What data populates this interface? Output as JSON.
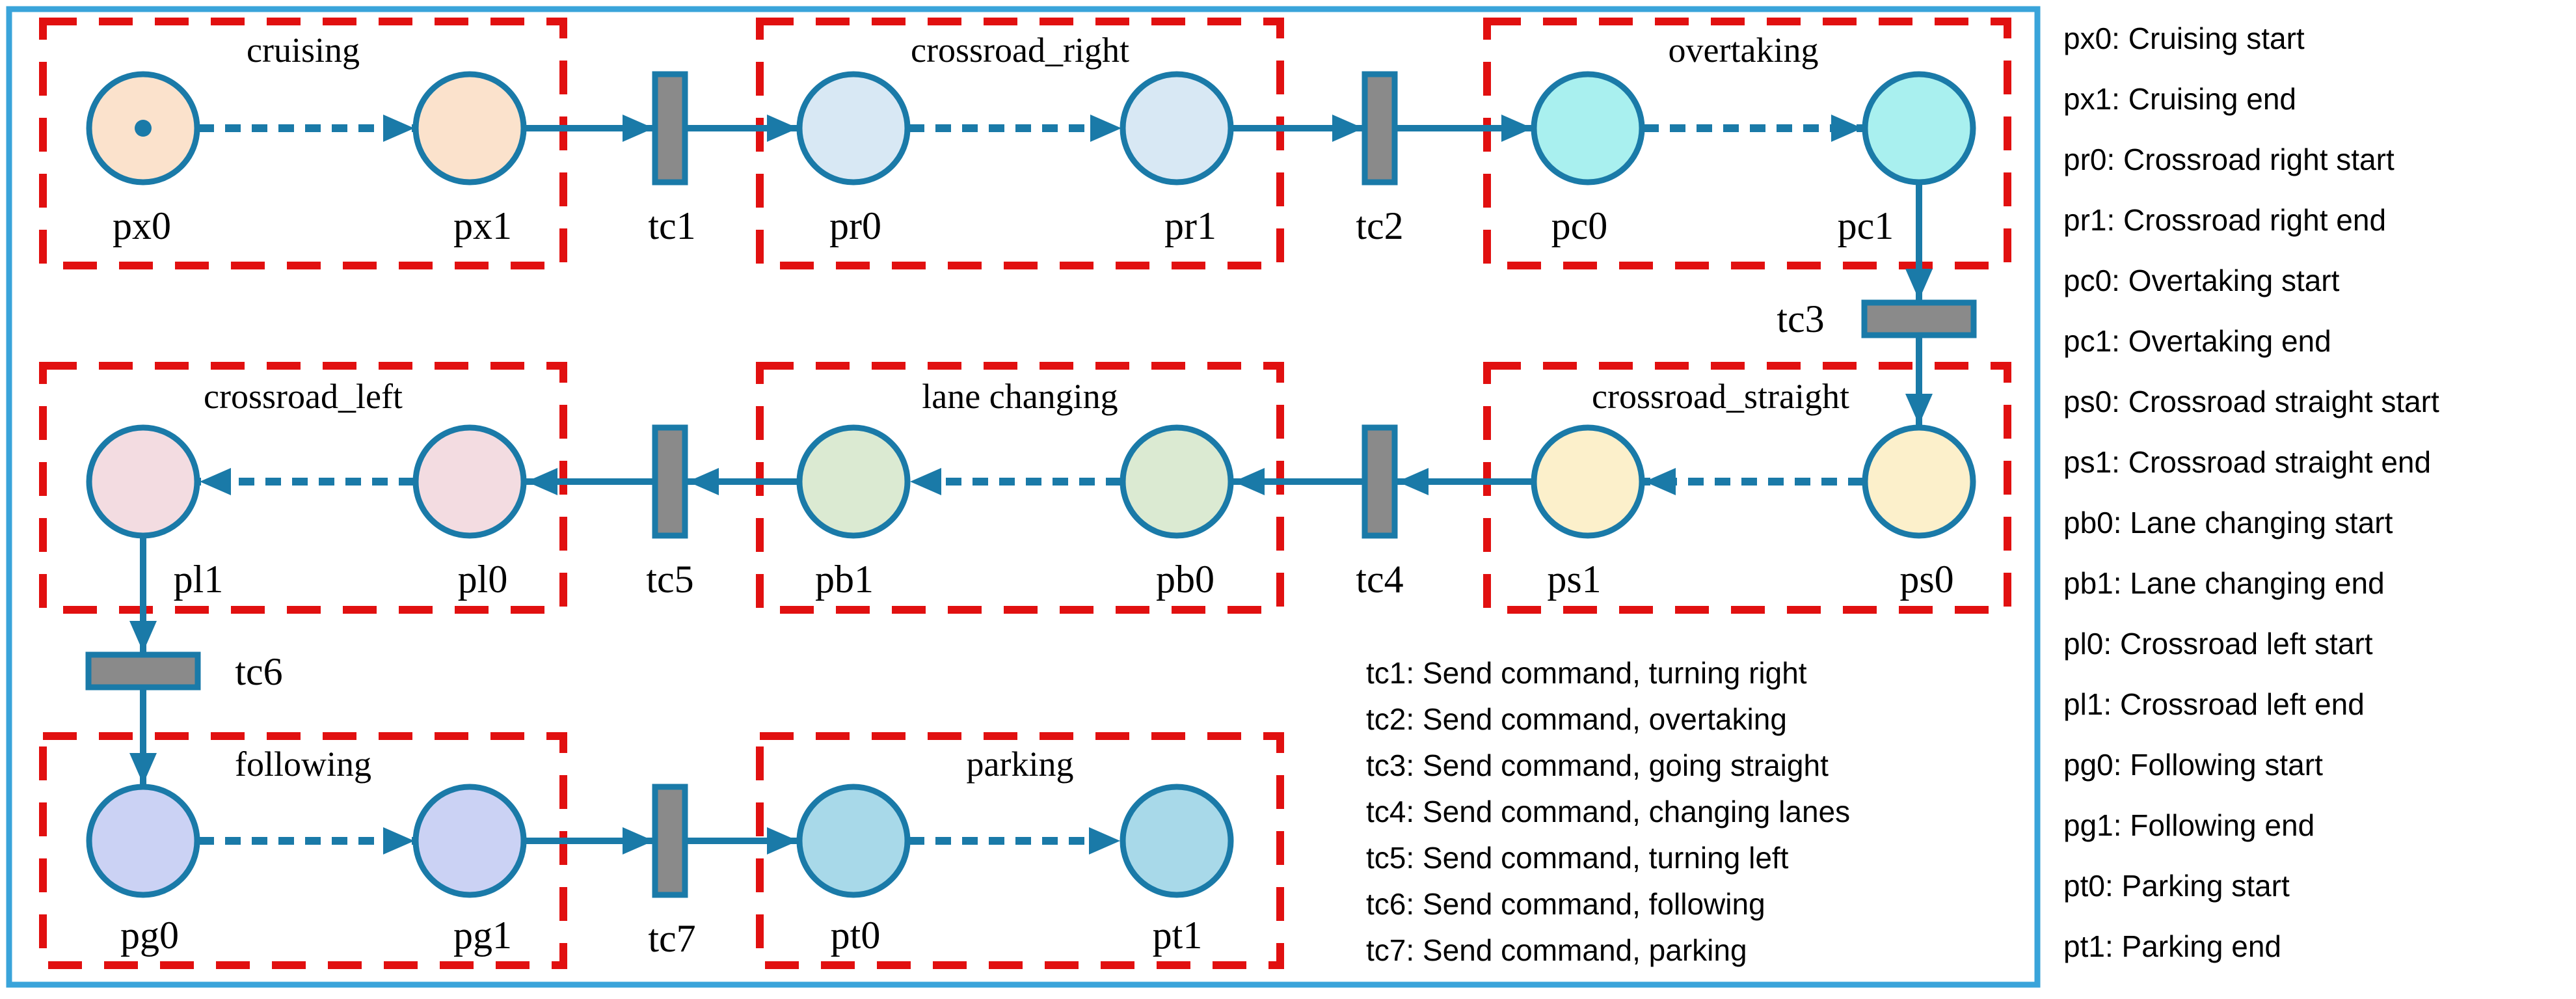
{
  "figure": {
    "type": "petri-net",
    "subject": "autonomous driving behavior modes"
  },
  "colors": {
    "teal": "#1a7aa8",
    "red": "#e11010",
    "gray": "#8a8a8a",
    "border_blue": "#3aa4da",
    "place_px": "#fbe2cc",
    "place_pr": "#d8e8f4",
    "place_pc": "#a9f0ef",
    "place_ps": "#fcf0cb",
    "place_pb": "#dbead2",
    "place_pl": "#f3dce1",
    "place_pg": "#cbd2f4",
    "place_pt": "#a8d9e9"
  },
  "modules": [
    {
      "label": "cruising"
    },
    {
      "label": "crossroad_right"
    },
    {
      "label": "overtaking"
    },
    {
      "label": "crossroad_left"
    },
    {
      "label": "lane changing"
    },
    {
      "label": "crossroad_straight"
    },
    {
      "label": "following"
    },
    {
      "label": "parking"
    }
  ],
  "places": {
    "px0": "px0",
    "px1": "px1",
    "pr0": "pr0",
    "pr1": "pr1",
    "pc0": "pc0",
    "pc1": "pc1",
    "ps0": "ps0",
    "ps1": "ps1",
    "pb0": "pb0",
    "pb1": "pb1",
    "pl0": "pl0",
    "pl1": "pl1",
    "pg0": "pg0",
    "pg1": "pg1",
    "pt0": "pt0",
    "pt1": "pt1"
  },
  "transitions": {
    "tc1": "tc1",
    "tc2": "tc2",
    "tc3": "tc3",
    "tc4": "tc4",
    "tc5": "tc5",
    "tc6": "tc6",
    "tc7": "tc7"
  },
  "transition_legend": [
    "tc1: Send command, turning right",
    "tc2: Send command, overtaking",
    "tc3: Send command, going straight",
    "tc4: Send command, changing lanes",
    "tc5: Send command, turning left",
    "tc6: Send command, following",
    "tc7: Send command, parking"
  ],
  "place_legend": [
    "px0: Cruising start",
    "px1: Cruising end",
    "pr0: Crossroad right start",
    "pr1: Crossroad right end",
    "pc0: Overtaking start",
    "pc1: Overtaking end",
    "ps0: Crossroad straight  start",
    "ps1: Crossroad straight  end",
    "pb0: Lane changing start",
    "pb1: Lane changing end",
    "pl0: Crossroad left start",
    "pl1: Crossroad left end",
    "pg0: Following start",
    "pg1: Following end",
    "pt0: Parking start",
    "pt1: Parking end"
  ]
}
